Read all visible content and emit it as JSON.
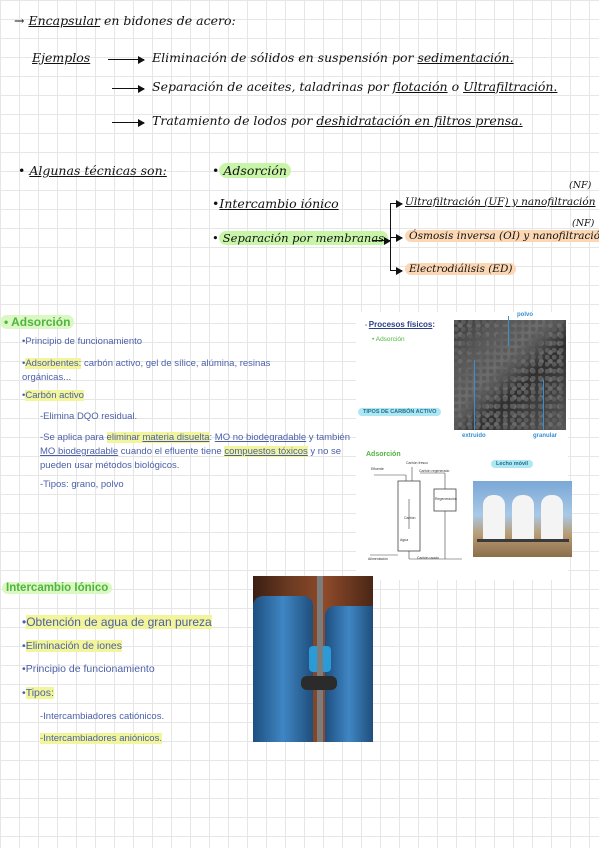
{
  "notes": {
    "encapsular_heading": "Encapsular",
    "encapsular_rest": "en bidones de acero:",
    "ejemplos_label": "Ejemplos",
    "ejemplos": [
      {
        "pre": "Eliminación de sólidos en suspensión por ",
        "em": "sedimentación."
      },
      {
        "pre": "Separación de aceites, taladrinas por ",
        "em": "flotación",
        "mid": " o ",
        "em2": "Ultrafiltración."
      },
      {
        "pre": "Tratamiento de lodos por ",
        "em": "deshidratación en filtros prensa."
      }
    ],
    "tecnicas_label": "Algunas técnicas son:",
    "tecnicas": [
      "Adsorción",
      "Intercambio iónico",
      "Separación por membranas"
    ],
    "membranas": [
      {
        "text": "Ultrafiltración (UF) y nanofiltración",
        "sup": "(NF)"
      },
      {
        "text": "Ósmosis inversa (OI) y nanofiltración",
        "sup": "(NF)"
      },
      {
        "text": "Electrodiálisis (ED)"
      }
    ]
  },
  "adsorcion": {
    "title": "Adsorción",
    "principio": "Principio de funcionamiento",
    "adsorbentes_label": "Adsorbentes:",
    "adsorbentes_text": " carbón activo, gel de sílice, alúmina, resinas orgánicas...",
    "carbon_label": "Carbón activo",
    "dqo": "-Elimina DQO residual.",
    "aplica_1": "-Se aplica para ",
    "aplica_2": "eliminar ",
    "aplica_3": "materia disuelta",
    "aplica_4": ": ",
    "aplica_5": "MO no biodegradable",
    "aplica_6": " y también ",
    "aplica_7": "MO biodegradable",
    "aplica_8": " cuando el efluente tiene ",
    "aplica_9": "compuestos tóxicos",
    "aplica_10": " y no se pueden usar métodos biológicos.",
    "tipos": "-Tipos: grano, polvo"
  },
  "figure_panel": {
    "procesos": "Procesos físicos",
    "procesos_colon": ":",
    "adsorcion_item": "Adsorción",
    "tipos_carbon": "TIPOS DE CARBÓN ACTIVO",
    "polvo": "polvo",
    "extruido": "extruido",
    "granular": "granular",
    "adsorcion_diagram": "Adsorción",
    "lecho_movil": "Lecho móvil",
    "diagram_labels": {
      "efluente": "Efluente",
      "carbon_fresco": "Carbón fresco",
      "carbon_regenerado": "Carbón regenerado",
      "regeneracion": "Regeneración",
      "carbon": "Carbón",
      "agua": "Agua",
      "alimentacion": "Alimentación",
      "carbon_usado": "Carbón usado"
    }
  },
  "intercambio": {
    "title": "Intercambio Iónico",
    "items": [
      "Obtención de agua de gran pureza",
      "Eliminación de iones",
      "Principio de funcionamiento",
      "Tipos:"
    ],
    "tipos": [
      "-Intercambiadores catiónicos.",
      "-Intercambiadores aniónicos."
    ]
  },
  "colors": {
    "highlight_green": "#c8f5a8",
    "highlight_orange": "#fbd7b4",
    "highlight_yellow": "#f3f59a",
    "text_blue": "#4a5fa8",
    "title_green": "#4fb53f"
  }
}
